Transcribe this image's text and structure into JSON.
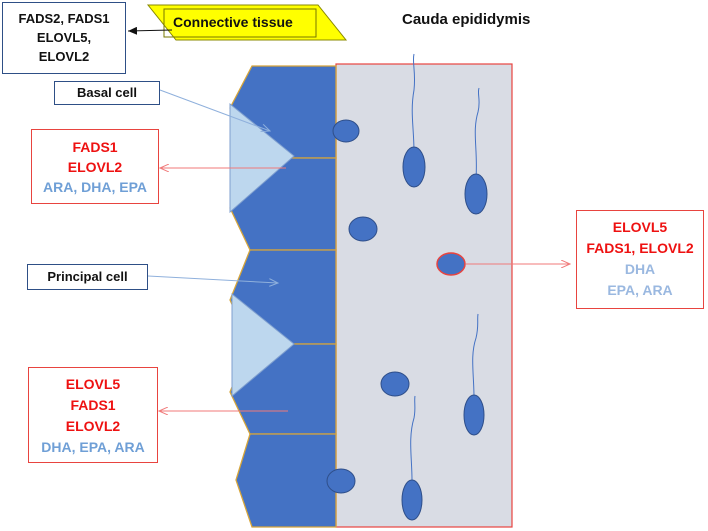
{
  "title": "Cauda epididymis",
  "connective_tissue": {
    "label": "Connective tissue"
  },
  "connective_box": {
    "lines": [
      "FADS2, FADS1",
      "ELOVL5,",
      "ELOVL2"
    ]
  },
  "basal_cell": {
    "label": "Basal cell"
  },
  "principal_cell": {
    "label": "Principal cell"
  },
  "basal_box": {
    "enzymes": [
      "FADS1",
      "ELOVL2"
    ],
    "fatty_acids": "ARA, DHA, EPA"
  },
  "principal_box": {
    "enzymes": [
      "ELOVL5",
      "FADS1",
      "ELOVL2"
    ],
    "fatty_acids": "DHA, EPA, ARA"
  },
  "sperm_box": {
    "enzymes": [
      "ELOVL5",
      "FADS1, ELOVL2"
    ],
    "fatty_acids": [
      "DHA",
      "EPA, ARA"
    ]
  },
  "colors": {
    "epithelium": "#4472c4",
    "epithelium_border": "#d6a53a",
    "basal_triangle": "#bdd7ee",
    "lumen": "#d9dce4",
    "lumen_border": "#e8443f",
    "sperm_head": "#4472c4",
    "highlight_yellow": "#ffff00",
    "enzyme_red": "#ee1111",
    "fatty_acid_blue": "#6f9fd6",
    "arrow_red": "#f07a7a",
    "arrow_blue": "#8fb0dc"
  }
}
